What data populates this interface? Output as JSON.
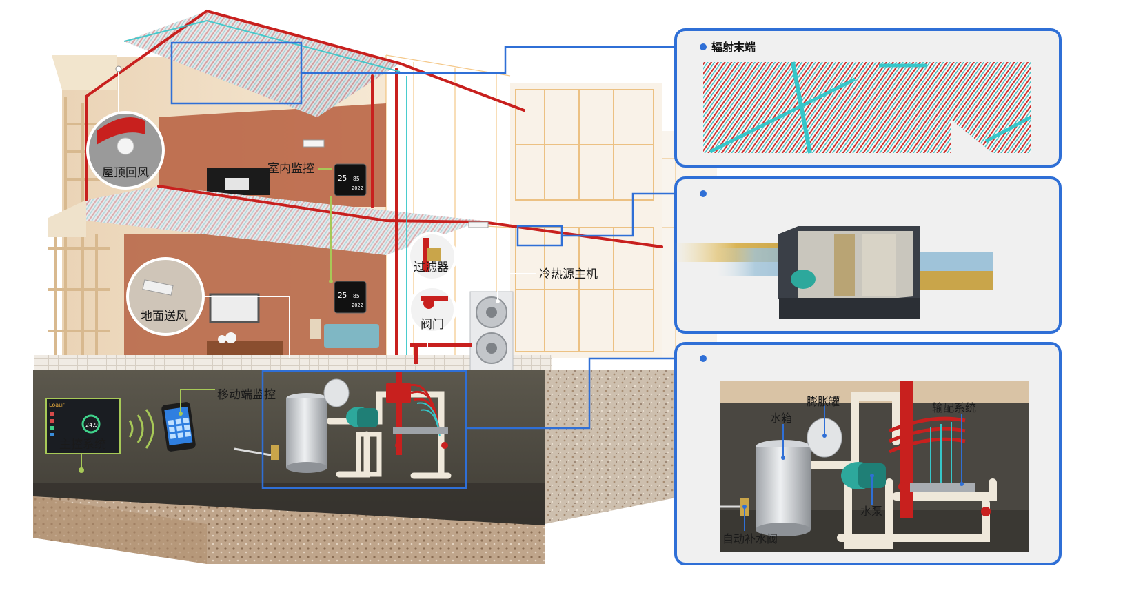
{
  "labels": {
    "roof_return_air": "屋顶回风",
    "indoor_monitor": "室内监控",
    "floor_supply_air": "地面送风",
    "filter": "过滤器",
    "valve": "阀门",
    "heat_source_unit": "冷热源主机",
    "mobile_monitor": "移动端监控",
    "main_control": "主控系统",
    "radiant_terminal": "辐射末端"
  },
  "detail_labels": {
    "water_tank": "水箱",
    "expansion_tank": "膨胀罐",
    "distribution_system": "输配系统",
    "water_pump": "水泵",
    "auto_refill_valve": "自动补水阀"
  },
  "thermostat": {
    "temp": "25",
    "humidity": "85",
    "time": "2022"
  },
  "control_panel": {
    "brand": "Loaur",
    "temp": "24.9"
  },
  "colors": {
    "callout_blue": "#2f6fd6",
    "pipe_red": "#c8201e",
    "pipe_cyan": "#36c6c9",
    "green_line": "#a7c957"
  }
}
